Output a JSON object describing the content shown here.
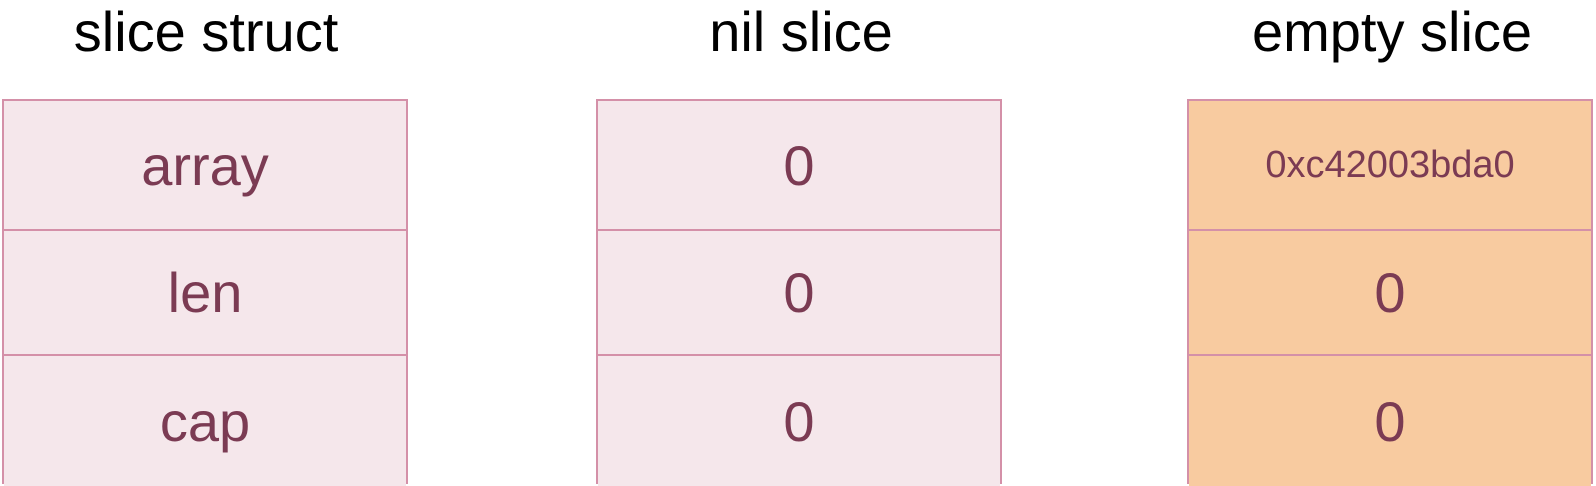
{
  "columns": [
    {
      "title": "slice struct",
      "cells": [
        "array",
        "len",
        "cap"
      ],
      "fill": "#f5e7eb"
    },
    {
      "title": "nil slice",
      "cells": [
        "0",
        "0",
        "0"
      ],
      "fill": "#f5e7eb"
    },
    {
      "title": "empty slice",
      "cells": [
        "0xc42003bda0",
        "0",
        "0"
      ],
      "fill": "#f8cba0"
    }
  ],
  "colors": {
    "border": "#d490a8",
    "cell_text": "#7b3b53",
    "title_text": "#000000"
  }
}
